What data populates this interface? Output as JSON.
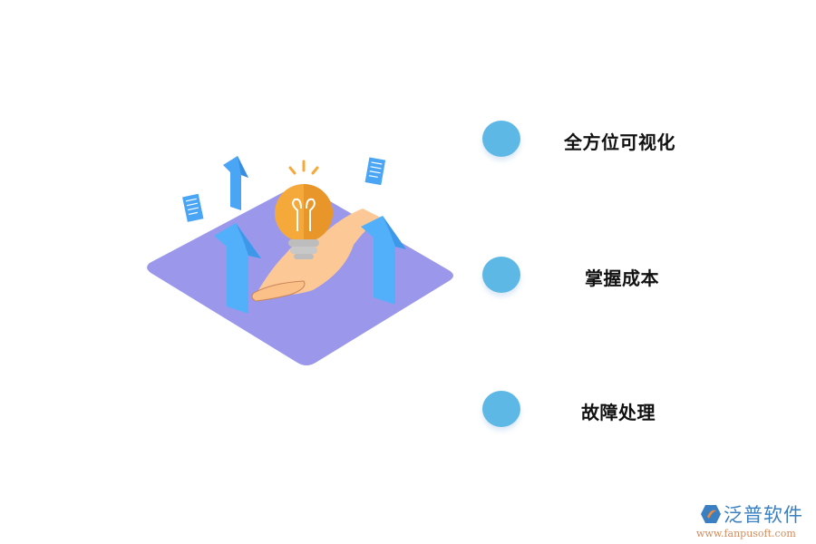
{
  "items": [
    {
      "label": "全方位可视化"
    },
    {
      "label": "掌握成本"
    },
    {
      "label": "故障处理"
    }
  ],
  "logo": {
    "name": "泛普软件",
    "url": "www.fanpusoft.com"
  },
  "colors": {
    "dot": "#5db8e6",
    "platform": "#9b98ec",
    "arrow": "#4aa6f5",
    "bulb": "#f5a93a",
    "hand": "#fcc896",
    "logo_blue": "#3a7fc1",
    "logo_orange": "#d48a5a"
  }
}
